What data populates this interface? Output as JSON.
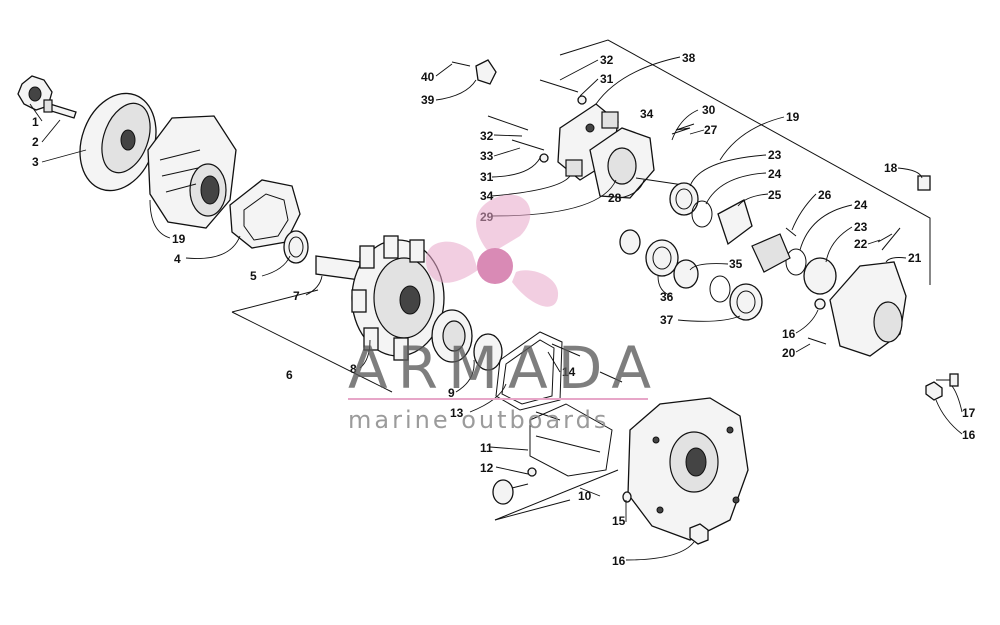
{
  "watermark": {
    "brand": "ARMADA",
    "tagline": "marine outboards",
    "logo_color": "#e7a6c8",
    "logo_center_color": "#d98ab5",
    "text_color": "#5a5a5a"
  },
  "callouts": {
    "c1": "1",
    "c2": "2",
    "c3": "3",
    "c19a": "19",
    "c4": "4",
    "c5": "5",
    "c6": "6",
    "c7": "7",
    "c8": "8",
    "c9": "9",
    "c13": "13",
    "c14": "14",
    "c11": "11",
    "c12": "12",
    "c10": "10",
    "c15": "15",
    "c16c": "16",
    "c40": "40",
    "c39": "39",
    "c32a": "32",
    "c31a": "31",
    "c38": "38",
    "c32b": "32",
    "c33": "33",
    "c31b": "31",
    "c34a": "34",
    "c34b": "34",
    "c29": "29",
    "c28": "28",
    "c30": "30",
    "c27": "27",
    "c19b": "19",
    "c23a": "23",
    "c24a": "24",
    "c25": "25",
    "c26": "26",
    "c24b": "24",
    "c23b": "23",
    "c22": "22",
    "c18": "18",
    "c21": "21",
    "c36": "36",
    "c35": "35",
    "c37": "37",
    "c16a": "16",
    "c20": "20",
    "c17": "17",
    "c16b": "16"
  }
}
